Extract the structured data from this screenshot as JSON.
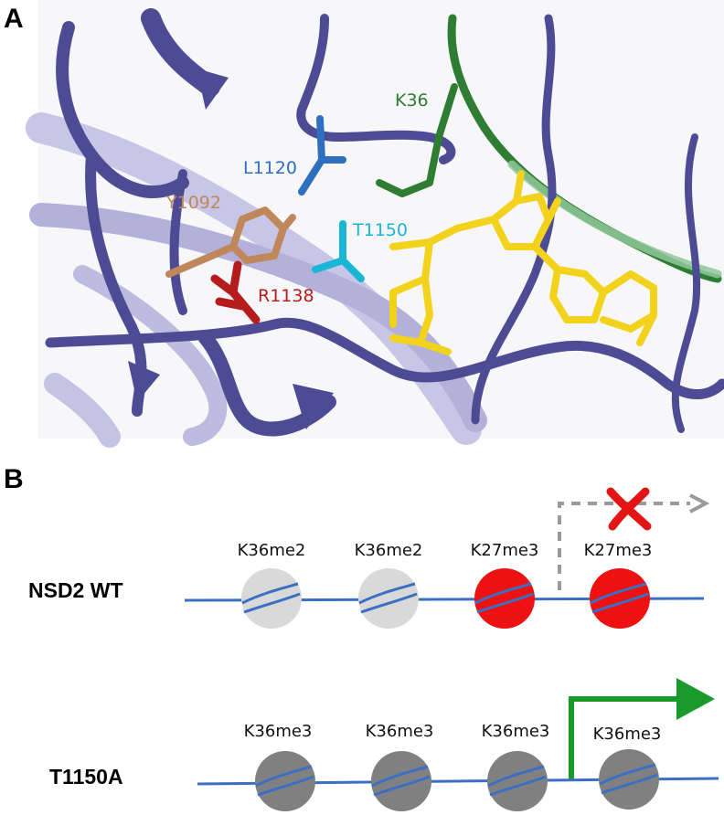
{
  "panel_a": {
    "letter": "A",
    "residues": {
      "k36": "K36",
      "l1120": "L1120",
      "y1092": "Y1092",
      "t1150": "T1150",
      "r1138": "R1138"
    },
    "colors": {
      "backbone": "#4e4b95",
      "backbone_light": "#a9a6d3",
      "k36": "#2e7d32",
      "l1120": "#2f6fc0",
      "y1092": "#c0885a",
      "t1150": "#19b6d6",
      "r1138": "#b71c1c",
      "ligand": "#f2d21b"
    }
  },
  "panel_b": {
    "letter": "B",
    "wt": {
      "label": "NSD2  WT",
      "marks": [
        "K36me2",
        "K36me2",
        "K27me3",
        "K27me3"
      ]
    },
    "mutant": {
      "label": "T1150A",
      "marks": [
        "K36me3",
        "K36me3",
        "K36me3",
        "K36me3"
      ]
    },
    "colors": {
      "dna": "#3a6fc4",
      "k36me2": "#d9d9d9",
      "k27me3": "#ee1111",
      "k36me3": "#808080",
      "blocked_arrow": "#9a9a9a",
      "active_arrow": "#1a9a2a",
      "blocked_x": "#e31414"
    }
  }
}
